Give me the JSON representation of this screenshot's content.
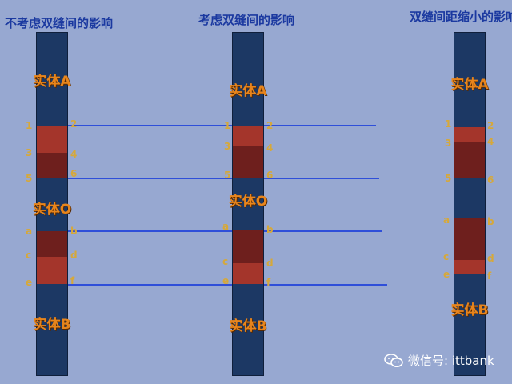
{
  "titles": {
    "left": "不考虑双缝间的影响",
    "middle": "考虑双缝间的影响",
    "right": "双缝间距缩小的影响"
  },
  "entities": {
    "a": "实体A",
    "o": "实体O",
    "b": "实体B"
  },
  "markers": [
    "1",
    "2",
    "3",
    "4",
    "5",
    "6",
    "a",
    "b",
    "c",
    "d",
    "e",
    "f"
  ],
  "watermark": {
    "text": "微信号: ittbank",
    "icon": "wechat-icon"
  },
  "colors": {
    "background": "#97a8d1",
    "column": "#1c3864",
    "band_light": "#a4352b",
    "band_dark": "#6e1f1d",
    "lines": "#2f4fd9",
    "entity_text": "#e8851c",
    "marker_text": "#d6a83a",
    "title_text": "#1b39a0"
  }
}
